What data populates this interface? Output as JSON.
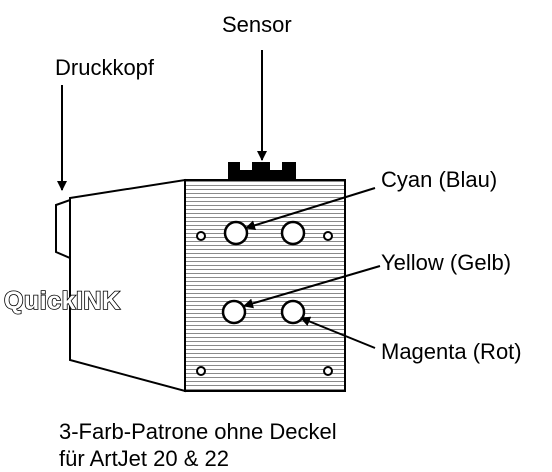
{
  "labels": {
    "sensor": "Sensor",
    "druckkopf": "Druckkopf",
    "cyan": "Cyan (Blau)",
    "yellow": "Yellow (Gelb)",
    "magenta": "Magenta (Rot)"
  },
  "logo_text": "QuickINK",
  "caption": {
    "line1": "3-Farb-Patrone ohne Deckel",
    "line2": "für ArtJet 20 & 22"
  }
}
